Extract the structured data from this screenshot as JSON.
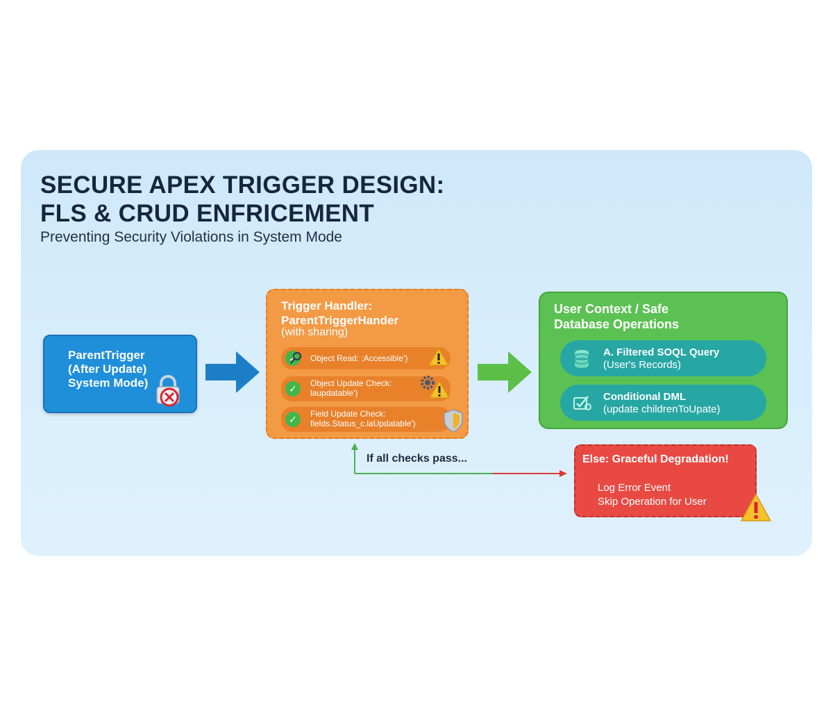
{
  "header": {
    "title_line1": "SECURE APEX TRIGGER DESIGN:",
    "title_line2": "FLS & CRUD ENFRICEMENT",
    "subtitle": "Preventing Security Violations in System Mode"
  },
  "parent_trigger": {
    "line1": "ParentTrigger",
    "line2": "(After Update)",
    "line3": "System Mode)",
    "icon": "lock-blocked-icon"
  },
  "handler": {
    "title_line1": "Trigger Handler:",
    "title_line2": "ParentTriggerHander",
    "subtitle": "(with sharing)",
    "checks": [
      {
        "line1": "Object Read: :Accessible')",
        "line2": "",
        "icon": "magnifier-warning-icon"
      },
      {
        "line1": "Object Update Check:",
        "line2": "laupdatable')",
        "icon": "gear-warning-icon"
      },
      {
        "line1": "Field Update Check:",
        "line2": "fields.Status_c.laUpdatable')",
        "icon": "shield-icon"
      }
    ]
  },
  "user_context": {
    "title_line1": "User Context / Safe",
    "title_line2": "Database Operations",
    "query": {
      "line1": "A. Filtered SOQL Query",
      "line2": "(User's Records)",
      "icon": "database-icon"
    },
    "dml": {
      "line1": "Conditional DML",
      "line2": "(update childrenToUpate)",
      "icon": "edit-check-icon"
    }
  },
  "flow": {
    "pass_label": "If all checks pass..."
  },
  "else_box": {
    "title": "Else: Graceful Degradation!",
    "line1": "Log Error Event",
    "line2": "Skip Operation for User",
    "icon": "warning-icon"
  },
  "colors": {
    "parent_blue": "#1f8fd9",
    "handler_orange": "#f39a45",
    "user_green": "#5cc153",
    "else_red": "#e84a43",
    "check_green": "#41b64a",
    "warning_yellow": "#f7c12b"
  }
}
